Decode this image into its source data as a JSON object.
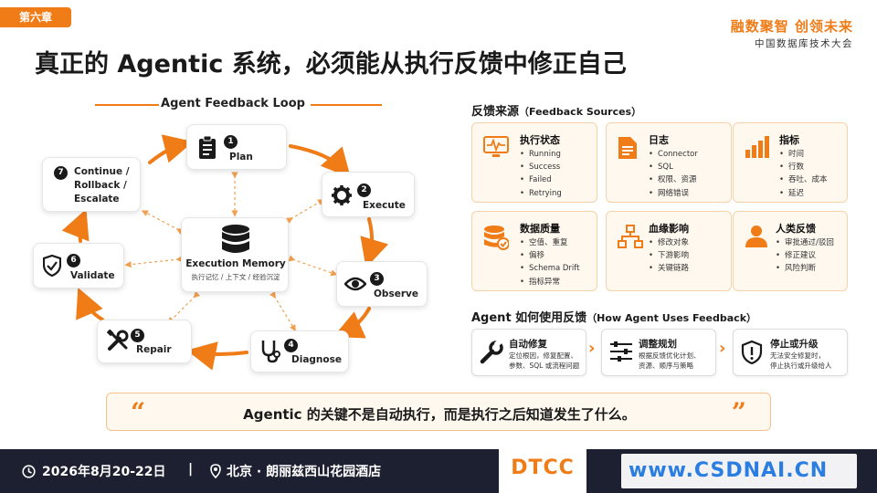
{
  "header": {
    "chapter": "第六章",
    "title": "真正的 Agentic 系统，必须能从执行反馈中修正自己",
    "brand_slogan": "融数聚智 创领未来",
    "conference": "中国数据库技术大会"
  },
  "loop": {
    "title": "Agent Feedback Loop",
    "accent_color": "#f07c17",
    "nodes": [
      {
        "num": "1",
        "label": "Plan",
        "icon": "clipboard-icon"
      },
      {
        "num": "2",
        "label": "Execute",
        "icon": "gear-icon"
      },
      {
        "num": "3",
        "label": "Observe",
        "icon": "eye-icon"
      },
      {
        "num": "4",
        "label": "Diagnose",
        "icon": "stethoscope-icon"
      },
      {
        "num": "5",
        "label": "Repair",
        "icon": "tools-icon"
      },
      {
        "num": "6",
        "label": "Validate",
        "icon": "shield-check-icon"
      },
      {
        "num": "7",
        "label": "Continue / Rollback / Escalate",
        "lines": [
          "Continue /",
          "Rollback /",
          "Escalate"
        ],
        "icon": ""
      }
    ],
    "memory": {
      "label": "Execution Memory",
      "sub": "执行记忆 / 上下文 / 经验沉淀",
      "icon": "database-icon"
    }
  },
  "sources": {
    "title": "反馈来源",
    "title_en": "（Feedback Sources）",
    "cards": [
      {
        "title": "执行状态",
        "icon": "monitor-pulse-icon",
        "items": [
          "Running",
          "Success",
          "Failed",
          "Retrying"
        ]
      },
      {
        "title": "日志",
        "icon": "document-icon",
        "items": [
          "Connector",
          "SQL",
          "权限、资源",
          "网络错误"
        ]
      },
      {
        "title": "指标",
        "icon": "bar-chart-icon",
        "items": [
          "时间",
          "行数",
          "吞吐、成本",
          "延迟"
        ]
      },
      {
        "title": "数据质量",
        "icon": "database-check-icon",
        "items": [
          "空值、重复",
          "偏移",
          "Schema Drift",
          "指标异常"
        ]
      },
      {
        "title": "血缘影响",
        "icon": "lineage-icon",
        "items": [
          "修改对象",
          "下游影响",
          "关键链路"
        ]
      },
      {
        "title": "人类反馈",
        "icon": "person-icon",
        "items": [
          "审批通过/驳回",
          "修正建议",
          "风险判断"
        ]
      }
    ]
  },
  "usage": {
    "title": "Agent 如何使用反馈",
    "title_en": "（How Agent Uses Feedback）",
    "cards": [
      {
        "title": "自动修复",
        "icon": "wrench-icon",
        "desc": [
          "定位根因，修复配置、",
          "参数、SQL 或流程问题"
        ]
      },
      {
        "title": "调整规划",
        "icon": "sliders-icon",
        "desc": [
          "根据反馈优化计划、",
          "资源、顺序与策略"
        ]
      },
      {
        "title": "停止或升级",
        "icon": "alert-shield-icon",
        "desc": [
          "无法安全修复时，",
          "停止执行或升级给人"
        ]
      }
    ]
  },
  "quote": {
    "open": "“",
    "close": "”",
    "text": "Agentic 的关键不是自动执行，而是执行之后知道发生了什么。"
  },
  "footer": {
    "date": "2026年8月20-22日",
    "separator": "|",
    "venue": "北京 · 朗丽兹西山花园酒店",
    "logo_text": "DTCC",
    "right_logo": "www.CSDNAI.CN"
  }
}
